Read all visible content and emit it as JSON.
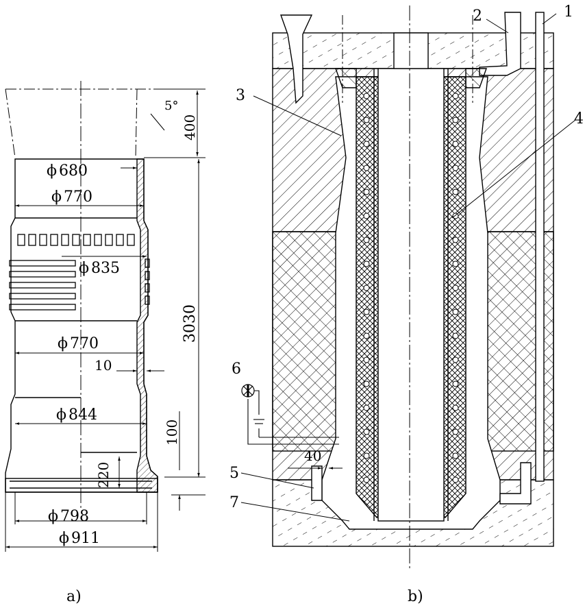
{
  "fig_a": {
    "caption": "a)",
    "dims": {
      "angle": "5°",
      "h400": "400",
      "d680": "680",
      "d770_top": "770",
      "d835": "835",
      "h3030": "3030",
      "d770_mid": "770",
      "t10": "10",
      "d844": "844",
      "h100": "100",
      "h220": "220",
      "d798": "798",
      "d911": "911"
    }
  },
  "fig_b": {
    "caption": "b)",
    "callouts": [
      "1",
      "2",
      "3",
      "4",
      "5",
      "6",
      "7"
    ],
    "dim40": "40"
  },
  "phi": "ϕ",
  "colors": {
    "line": "#000000",
    "paper": "#ffffff"
  }
}
